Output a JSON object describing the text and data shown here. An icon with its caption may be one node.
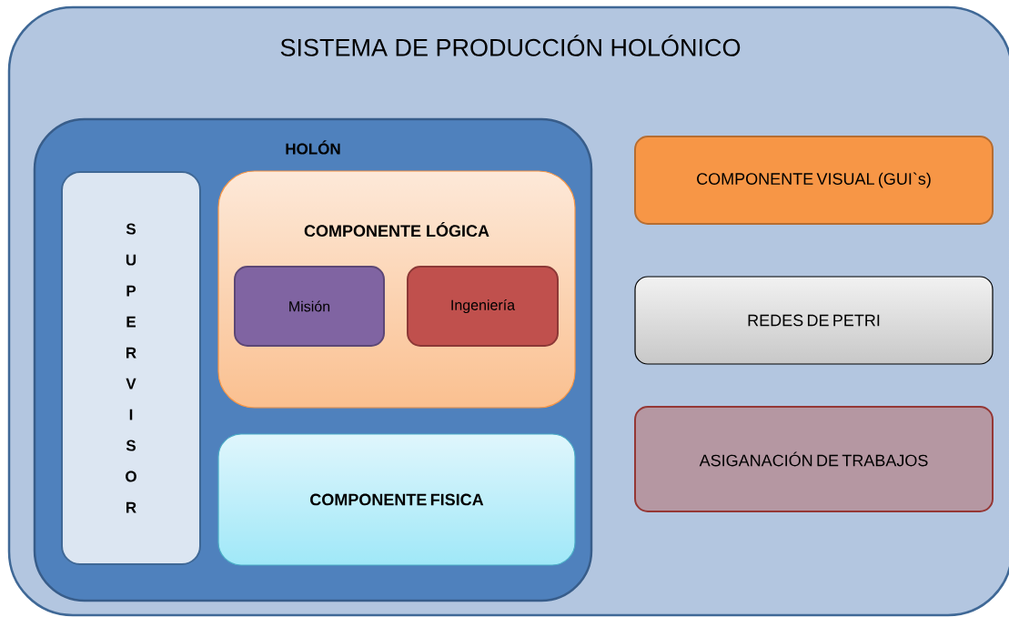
{
  "diagram": {
    "nodes": [
      {
        "text": [
          "SISTEMA DE PRODUCCIÓN HOLÓNICO"
        ]
      },
      {
        "text": [
          "HOLÓN"
        ],
        "in": 0
      },
      {
        "text": [
          "SUPERVISOR"
        ],
        "in": 1
      },
      {
        "text": [
          "COMPONENTE LÓGICA"
        ],
        "in": 1
      },
      {
        "text": [
          "Misión"
        ],
        "in": 3
      },
      {
        "text": [
          "Ingeniería"
        ],
        "in": 3
      },
      {
        "text": [
          "COMPONENTE FISICA"
        ],
        "in": 1
      },
      {
        "text": [
          "COMPONENTE VISUAL (GUI`s)"
        ],
        "in": 0
      },
      {
        "text": [
          "REDES DE PETRI"
        ],
        "in": 0
      },
      {
        "text": [
          "ASIGANACIÓN DE TRABAJOS"
        ],
        "in": 0
      }
    ]
  }
}
